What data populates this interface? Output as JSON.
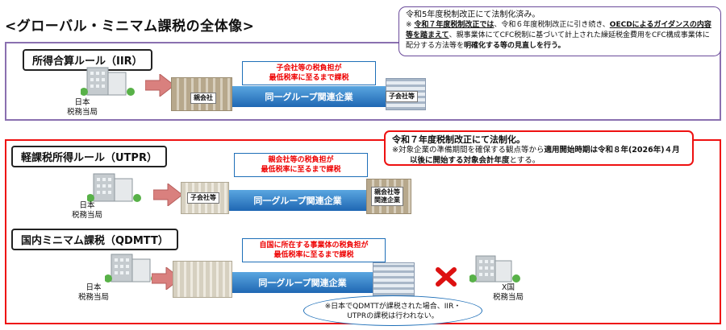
{
  "page_title": "<グローバル・ミニマム課税の全体像>",
  "top_callout": {
    "headline": "令和5年度税制改正にて法制化済み。",
    "mark": "※ ",
    "p1": "令和７年度税制改正では",
    "p2": "、令和６年度税制改正に引き続き、",
    "p3": "OECDによるガイダンスの内容等を踏まえて",
    "p4": "、親事業体にてCFC税制に基づいて計上された繰延税金費用をCFC構成事業体に配分する方法等を",
    "p5": "明確化する等の見直しを行う。"
  },
  "iir": {
    "label": "所得合算ルール（IIR）",
    "note": "子会社等の税負担が\n最低税率に至るまで課税",
    "authority": "日本\n税務当局",
    "parent": "親会社",
    "subsidiary": "子会社等",
    "band": "同一グループ関連企業"
  },
  "red_callout": {
    "headline": "令和７年度税制改正にて法制化。",
    "p1": "※対象企業の準備期間を確保する観点等から",
    "p2": "適用開始時期は令和８年(2026年)４月",
    "p3": "以後に開始する対象会計年度",
    "p4": "とする。"
  },
  "utpr": {
    "label": "軽課税所得ルール（UTPR）",
    "note": "親会社等の税負担が\n最低税率に至るまで課税",
    "authority": "日本\n税務当局",
    "subsidiary": "子会社等",
    "parent_related": "親会社等\n関連企業",
    "band": "同一グループ関連企業"
  },
  "qdmtt": {
    "label": "国内ミニマム課税（QDMTT）",
    "note": "自国に所在する事業体の税負担が\n最低税率に至るまで課税",
    "authority": "日本\n税務当局",
    "band": "同一グループ関連企業",
    "foreign_authority": "X国\n税務当局",
    "oval_note": "※日本でQDMTTが課税された場合、IIR・\nUTPRの課税は行われない。"
  },
  "colors": {
    "iir_frame": "#8a70b0",
    "red_frame": "#ee1111",
    "band": "#1f67b3",
    "arrow": "#d9807e",
    "note_text": "#ee0000"
  }
}
